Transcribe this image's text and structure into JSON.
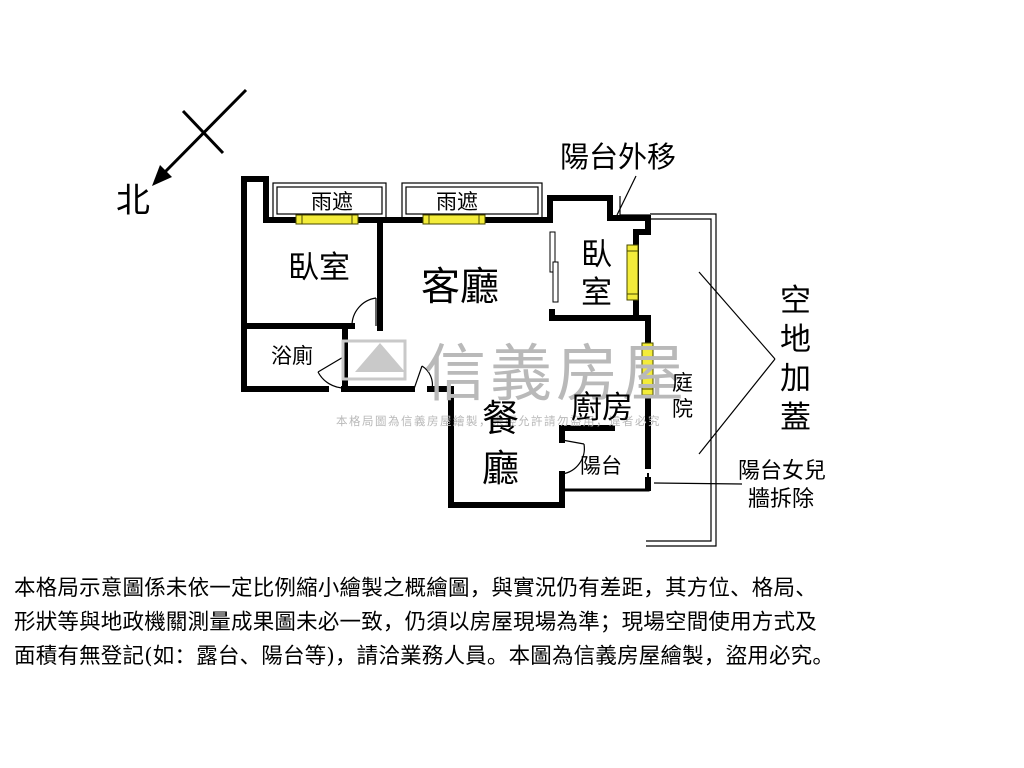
{
  "compass": {
    "north_label": "北"
  },
  "rooms": {
    "bedroom_left": "臥室",
    "living_room": "客廳",
    "bedroom_right_line1": "臥",
    "bedroom_right_line2": "室",
    "bathroom": "浴廁",
    "kitchen": "廚房",
    "dining_line1": "餐",
    "dining_line2": "廳",
    "balcony": "陽台",
    "courtyard_line1": "庭",
    "courtyard_line2": "院"
  },
  "canopies": {
    "left": "雨遮",
    "right": "雨遮"
  },
  "annotations": {
    "balcony_moved_out": "陽台外移",
    "vacant_addition": [
      "空",
      "地",
      "加",
      "蓋"
    ],
    "parapet_removed_line1": "陽台女兒",
    "parapet_removed_line2": "牆拆除"
  },
  "watermark": {
    "brand": "信義房屋",
    "notice": "本格局圖為信義房屋繪製，未經允許請勿盜用，違者必究"
  },
  "disclaimer": [
    "本格局示意圖係未依一定比例縮小繪製之概繪圖，與實況仍有差距，其方位、格局、",
    "形狀等與地政機關測量成果圖未必一致，仍須以房屋現場為準；現場空間使用方式及",
    "面積有無登記(如：露台、陽台等)，請洽業務人員。本圖為信義房屋繪製，盜用必究。"
  ],
  "colors": {
    "wall": "#000000",
    "window_fill": "#f3ec3a",
    "window_edge": "#4a4a00",
    "watermark": "#b9b9b9"
  }
}
